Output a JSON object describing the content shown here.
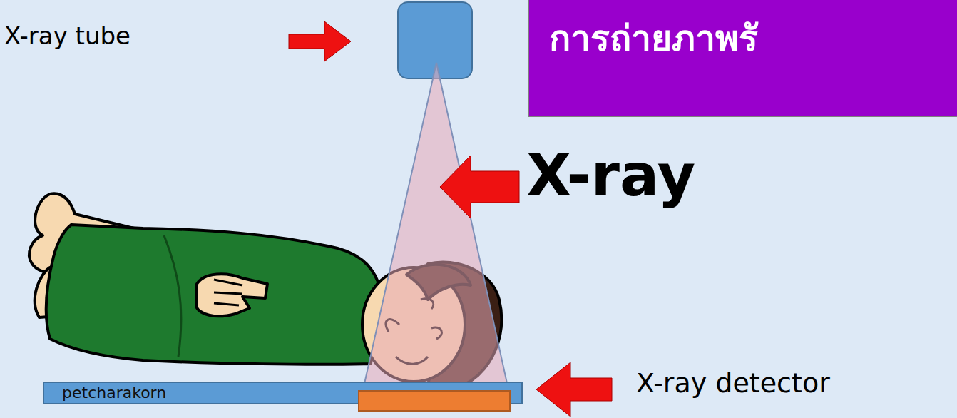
{
  "diagram": {
    "title": "การถ่ายภาพรั",
    "nodes": [
      {
        "text": [
          "petcharakorn"
        ]
      }
    ],
    "labels": [
      "X-ray tube",
      "X-ray",
      "X-ray detector"
    ]
  }
}
